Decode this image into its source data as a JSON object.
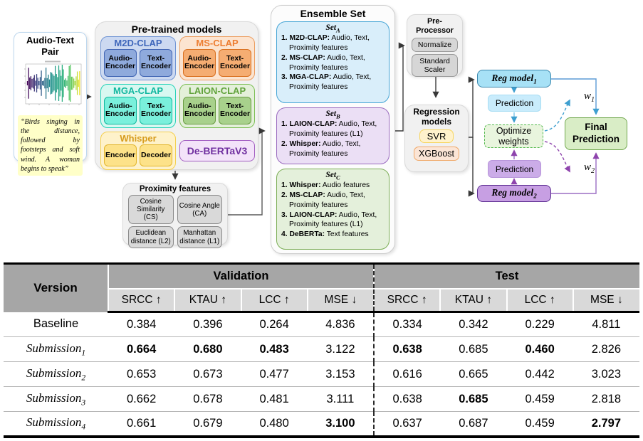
{
  "palette": {
    "m2d_blue": "#4472c4",
    "ms_orange": "#ed7d31",
    "mga_teal": "#14b8a0",
    "laion_green": "#70ad47",
    "whisper_gold": "#d79c1e",
    "deberta_purple": "#7030a0",
    "set_a_fill": "#d9eefa",
    "set_b_fill": "#ebdff5",
    "set_c_fill": "#e4f0db",
    "flow_blue": "#41a8dc",
    "flow_purple": "#8e44ad",
    "optimize_green": "#53b94e",
    "header_gray": "#a6a6a6",
    "subheader_gray": "#d9d9d9"
  },
  "diagram": {
    "audio_text": {
      "title": "Audio-Text Pair",
      "quote": "“Birds singing in the distance, followed by footsteps and soft wind.  A  woman begins to speak”"
    },
    "pretrained": {
      "title": "Pre-trained models",
      "models": [
        {
          "name": "M2D-CLAP",
          "subs": [
            "Audio-Encoder",
            "Text-Encoder"
          ]
        },
        {
          "name": "MS-CLAP",
          "subs": [
            "Audio-Encoder",
            "Text-Encoder"
          ]
        },
        {
          "name": "MGA-CLAP",
          "subs": [
            "Audio-Encoder",
            "Text-Encoder"
          ]
        },
        {
          "name": "LAION-CLAP",
          "subs": [
            "Audio-Encoder",
            "Text-Encoder"
          ]
        },
        {
          "name": "Whisper",
          "subs": [
            "Encoder",
            "Decoder"
          ]
        },
        {
          "name": "De-BERTaV3",
          "subs": []
        }
      ]
    },
    "proximity": {
      "title": "Proximity features",
      "items": [
        "Cosine Similarity (CS)",
        "Cosine Angle (CA)",
        "Euclidean distance (L2)",
        "Manhattan distance (L1)"
      ]
    },
    "ensemble": {
      "title": "Ensemble Set",
      "sets": [
        {
          "name": "Set",
          "sub": "A",
          "items": [
            {
              "label": "1. M2D-CLAP:",
              "rest": " Audio, Text, Proximity features"
            },
            {
              "label": "2. MS-CLAP:",
              "rest": " Audio, Text, Proximity features"
            },
            {
              "label": "3. MGA-CLAP:",
              "rest": " Audio, Text, Proximity features"
            }
          ]
        },
        {
          "name": "Set",
          "sub": "B",
          "items": [
            {
              "label": "1. LAION-CLAP:",
              "rest": " Audio, Text, Proximity features (L1)"
            },
            {
              "label": "2. Whisper:",
              "rest": " Audio, Text, Proximity features"
            }
          ]
        },
        {
          "name": "Set",
          "sub": "C",
          "items": [
            {
              "label": "1. Whisper:",
              "rest": " Audio features"
            },
            {
              "label": "2. MS-CLAP:",
              "rest": " Audio, Text, Proximity features"
            },
            {
              "label": "3. LAION-CLAP:",
              "rest": " Audio, Text, Proximity features (L1)"
            },
            {
              "label": "4. DeBERTa:",
              "rest": " Text features"
            }
          ]
        }
      ]
    },
    "preprocessor": {
      "title": "Pre-Processor",
      "steps": [
        "Normalize",
        "Standard Scaler"
      ]
    },
    "regression": {
      "title": "Regression models",
      "models": [
        "SVR",
        "XGBoost"
      ]
    },
    "flow": {
      "reg1": {
        "name": "Reg model",
        "sub": "1"
      },
      "reg2": {
        "name": "Reg model",
        "sub": "2"
      },
      "prediction1": "Prediction",
      "prediction2": "Prediction",
      "optimize": "Optimize weights",
      "w1": {
        "name": "w",
        "sub": "1"
      },
      "w2": {
        "name": "w",
        "sub": "2"
      },
      "final": "Final Prediction"
    }
  },
  "table": {
    "version_header": "Version",
    "groups": [
      "Validation",
      "Test"
    ],
    "metrics": [
      "SRCC ↑",
      "KTAU ↑",
      "LCC ↑",
      "MSE ↓"
    ],
    "rows": [
      {
        "name": "Baseline",
        "sub": "",
        "values": [
          "0.384",
          "0.396",
          "0.264",
          "4.836",
          "0.334",
          "0.342",
          "0.229",
          "4.811"
        ],
        "bold": [
          0,
          0,
          0,
          0,
          0,
          0,
          0,
          0
        ]
      },
      {
        "name": "Submission",
        "sub": "1",
        "values": [
          "0.664",
          "0.680",
          "0.483",
          "3.122",
          "0.638",
          "0.685",
          "0.460",
          "2.826"
        ],
        "bold": [
          1,
          1,
          1,
          0,
          1,
          0,
          1,
          0
        ]
      },
      {
        "name": "Submission",
        "sub": "2",
        "values": [
          "0.653",
          "0.673",
          "0.477",
          "3.153",
          "0.616",
          "0.665",
          "0.442",
          "3.023"
        ],
        "bold": [
          0,
          0,
          0,
          0,
          0,
          0,
          0,
          0
        ]
      },
      {
        "name": "Submission",
        "sub": "3",
        "values": [
          "0.662",
          "0.678",
          "0.481",
          "3.111",
          "0.638",
          "0.685",
          "0.459",
          "2.818"
        ],
        "bold": [
          0,
          0,
          0,
          0,
          0,
          1,
          0,
          0
        ]
      },
      {
        "name": "Submission",
        "sub": "4",
        "values": [
          "0.661",
          "0.679",
          "0.480",
          "3.100",
          "0.637",
          "0.687",
          "0.459",
          "2.797"
        ],
        "bold": [
          0,
          0,
          0,
          1,
          0,
          0,
          0,
          1
        ]
      }
    ]
  }
}
